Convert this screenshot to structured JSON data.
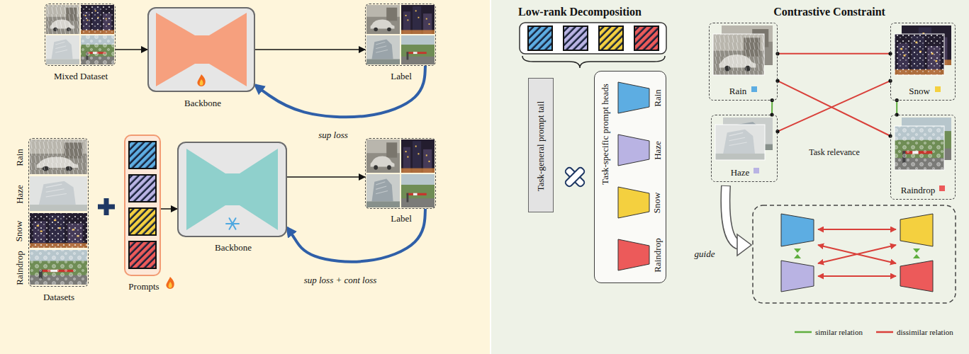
{
  "diagram": {
    "nodes": [
      {
        "text": [
          "Mixed Dataset"
        ]
      },
      {
        "text": [
          "Backbone"
        ]
      },
      {
        "text": [
          "Label"
        ]
      },
      {
        "text": [
          "Rain",
          "Haze",
          "Snow",
          "Raindrop",
          "Datasets"
        ]
      },
      {
        "text": [
          "Prompts"
        ]
      },
      {
        "text": [
          "Backbone"
        ]
      },
      {
        "text": [
          "Label"
        ]
      },
      {
        "text": [
          "Task-general prompt tail"
        ]
      },
      {
        "text": [
          "Task-specific prompt heads"
        ]
      },
      {
        "text": [
          "Rain"
        ],
        "in": 8
      },
      {
        "text": [
          "Haze"
        ],
        "in": 8
      },
      {
        "text": [
          "Snow"
        ],
        "in": 8
      },
      {
        "text": [
          "Raindrop"
        ],
        "in": 8
      },
      {
        "text": [
          "Rain"
        ]
      },
      {
        "text": [
          "Snow"
        ]
      },
      {
        "text": [
          "Haze"
        ]
      },
      {
        "text": [
          "Raindrop"
        ]
      }
    ],
    "edges": [
      {
        "from": 0,
        "to": 1,
        "arrow": "to"
      },
      {
        "from": 1,
        "to": 2,
        "arrow": "to"
      },
      {
        "from": 2,
        "to": 1,
        "label": "sup loss",
        "arrow": "to"
      },
      {
        "from": 4,
        "to": 5,
        "arrow": "to"
      },
      {
        "from": 5,
        "to": 6,
        "arrow": "to"
      },
      {
        "from": 6,
        "to": 5,
        "label": "sup loss + cont loss",
        "arrow": "to"
      },
      {
        "from": 13,
        "to": 14,
        "arrow": "none"
      },
      {
        "from": 13,
        "to": 15,
        "arrow": "none"
      },
      {
        "from": 13,
        "to": 16,
        "arrow": "none"
      },
      {
        "from": 14,
        "to": 15,
        "arrow": "none"
      },
      {
        "from": 14,
        "to": 16,
        "arrow": "none"
      }
    ],
    "labels": [
      "Low-rank Decomposition",
      "Contrastive Constraint",
      "Task relevance",
      "guide"
    ],
    "legend": [
      {
        "text": "similar relation"
      },
      {
        "text": "dissimilar relation"
      }
    ]
  }
}
